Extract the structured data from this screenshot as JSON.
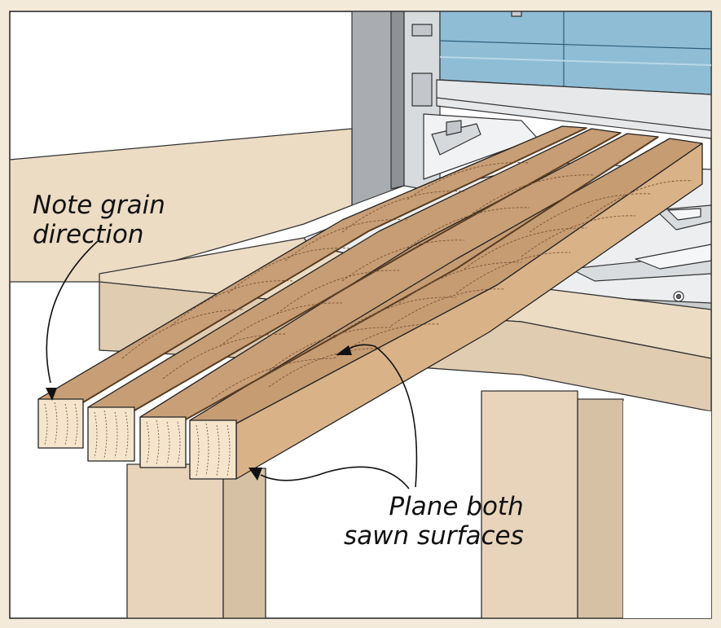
{
  "callouts": {
    "grain_line1": "Note grain",
    "grain_line2": "direction",
    "plane_line1": "Plane both",
    "plane_line2": "sawn surfaces"
  },
  "colors": {
    "background": "#f3ead9",
    "panel": "#ffffff",
    "bench_top": "#ecdcc4",
    "bench_side": "#e0ccb1",
    "wood_face": "#c79e76",
    "wood_side": "#d9b287",
    "wood_end": "#f4e5cc",
    "planer_blue": "#8fbdd6",
    "planer_gray": "#c9ccce",
    "planer_light": "#e6e8ea"
  }
}
